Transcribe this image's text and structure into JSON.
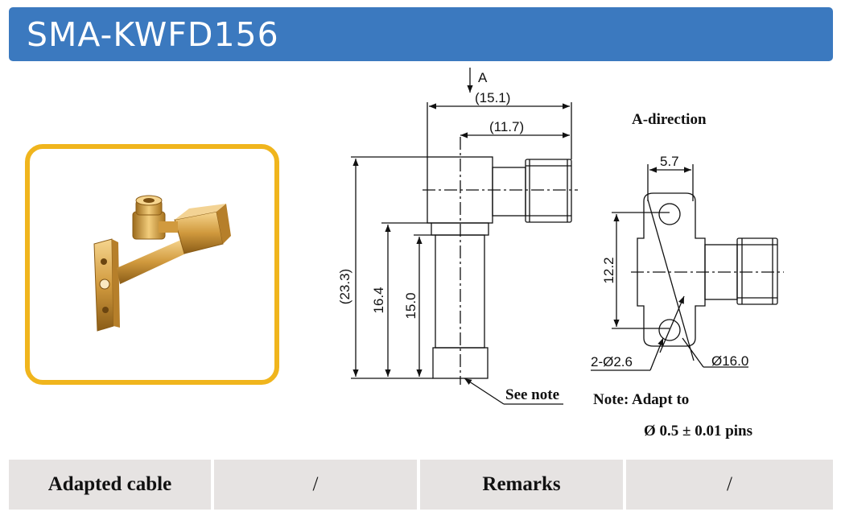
{
  "header": {
    "title": "SMA-KWFD156"
  },
  "side_view": {
    "marker": "A",
    "width_total": "(15.1)",
    "width_body": "(11.7)",
    "height_total": "(23.3)",
    "height_stem": "16.4",
    "height_pin": "15.0",
    "callout": "See note"
  },
  "front_view": {
    "title": "A-direction",
    "hole_pitch_x": "5.7",
    "hole_pitch_y": "12.2",
    "holes": "2-Ø2.6",
    "diameter": "Ø16.0"
  },
  "note": {
    "line1": "Note: Adapt to",
    "line2": "Ø 0.5 ± 0.01 pins"
  },
  "table": {
    "cells": [
      {
        "text": "Adapted cable",
        "bold": true
      },
      {
        "text": "/",
        "bold": false
      },
      {
        "text": "Remarks",
        "bold": true
      },
      {
        "text": "/",
        "bold": false
      }
    ]
  },
  "colors": {
    "header_bg": "#3b79bf",
    "frame": "#f0b51d",
    "table_bg": "#e6e3e2",
    "gold": "#d9a545"
  }
}
